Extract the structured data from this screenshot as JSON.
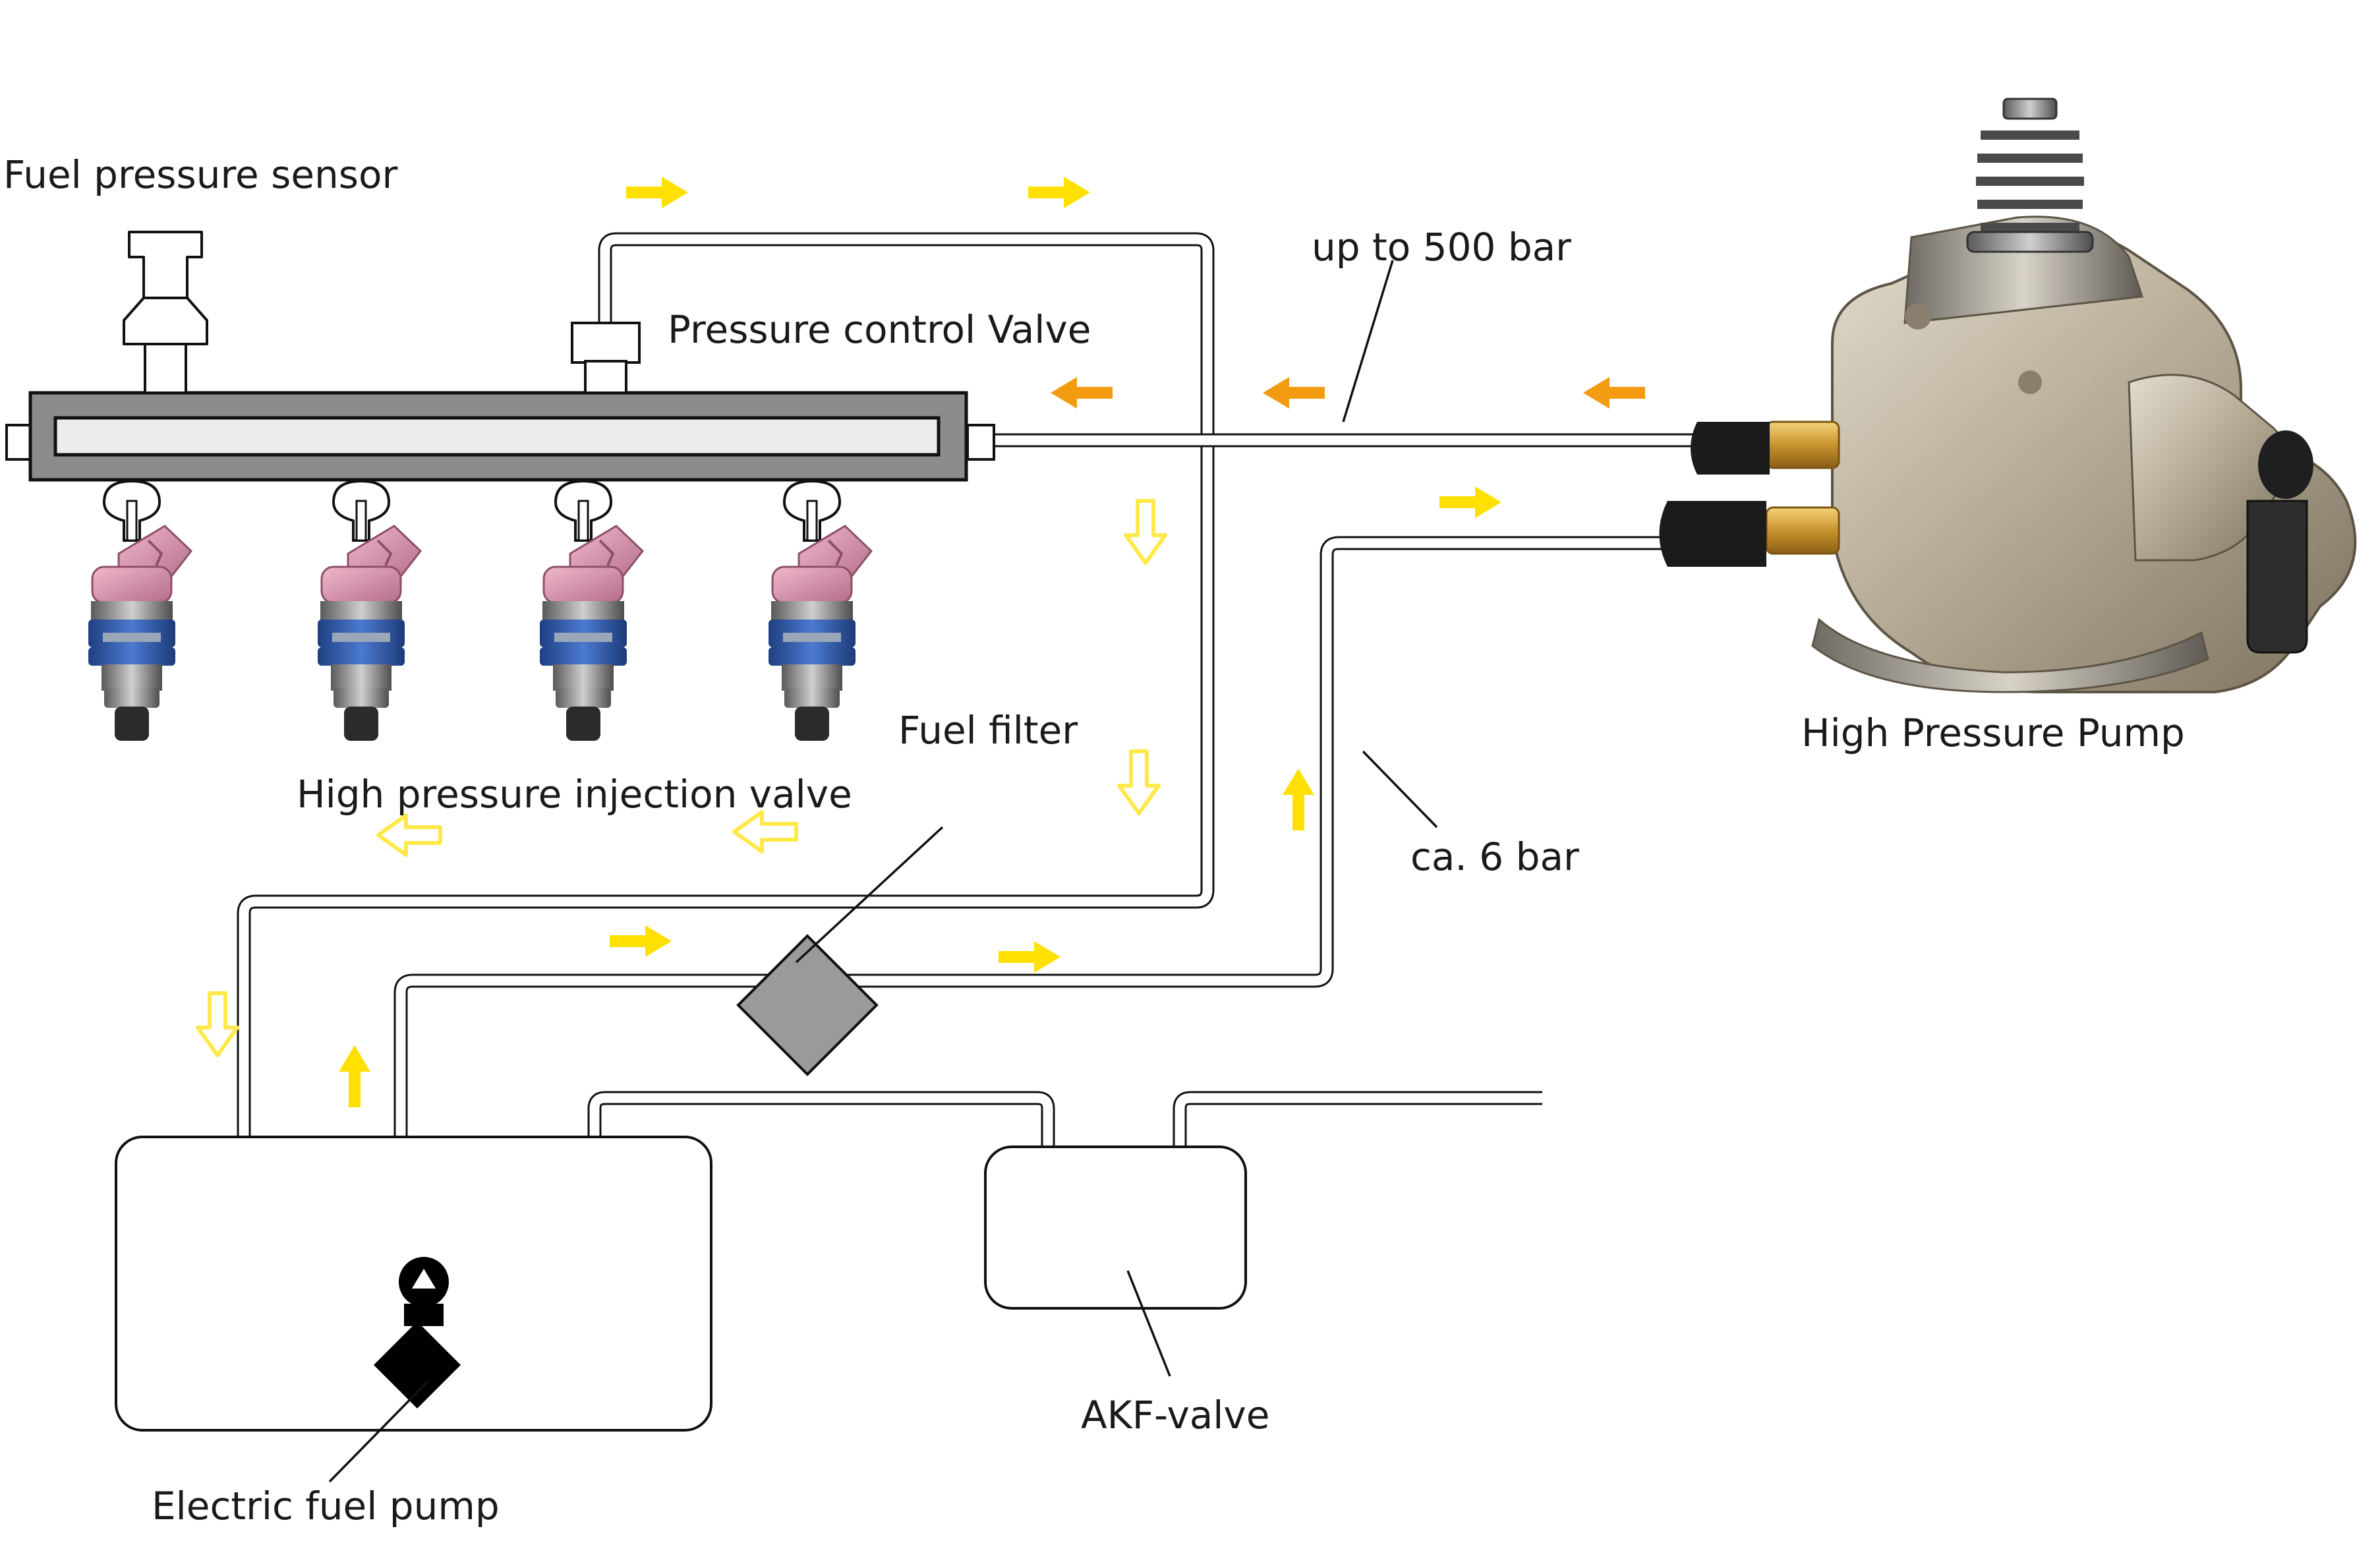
{
  "labels": {
    "fuel_pressure_sensor": "Fuel pressure sensor",
    "pressure_control_valve": "Pressure control Valve",
    "up_to_500_bar": "up to 500 bar",
    "high_pressure_pump": "High Pressure Pump",
    "fuel_filter": "Fuel filter",
    "high_pressure_injection_valve": "High pressure injection valve",
    "ca_6_bar": "ca. 6 bar",
    "akf_valve": "AKF-valve",
    "electric_fuel_pump": "Electric fuel pump"
  },
  "colors": {
    "high_pressure_arrow": "#f39c12",
    "low_pressure_arrow": "#ffe000",
    "return_arrow_outline": "#ffe94a",
    "rail": "#8c8c8c",
    "filter": "#9a9a9a",
    "injector_cap": "#d58ea8",
    "injector_band": "#2f5aa8",
    "pump_body": "#b9ae9a"
  },
  "icons": {
    "pump_symbol": "fuel-pump-symbol-icon",
    "filter_symbol": "fuel-filter-diamond-icon"
  }
}
